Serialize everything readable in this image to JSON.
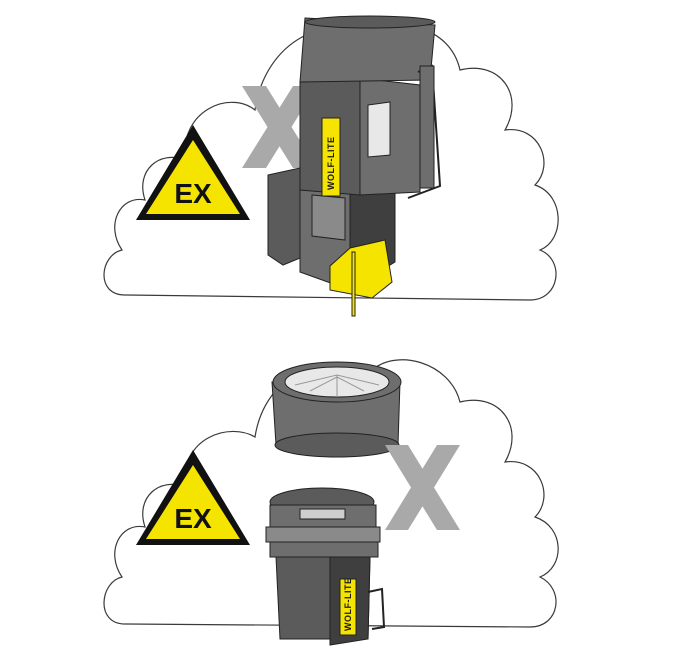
{
  "panels": [
    {
      "warning_sign": {
        "label": "EX",
        "color": "#f5e400"
      },
      "device": {
        "brand": "WOLF-LITE",
        "state": "assembled-with-charger-clip"
      },
      "prohibition_mark": {
        "symbol": "X",
        "color": "#a9a9a9"
      },
      "background": "cloud"
    },
    {
      "warning_sign": {
        "label": "EX",
        "color": "#f5e400"
      },
      "device": {
        "brand": "WOLF-LITE",
        "state": "head-removed"
      },
      "prohibition_mark": {
        "symbol": "X",
        "color": "#a9a9a9"
      },
      "background": "cloud"
    }
  ]
}
